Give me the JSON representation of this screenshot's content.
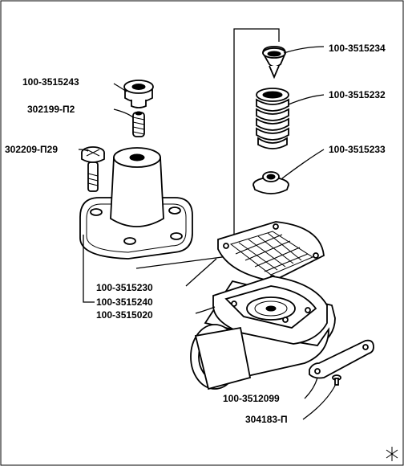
{
  "labels": {
    "cap_top": "100-3515234",
    "spring": "100-3515232",
    "valve_seat": "100-3515233",
    "plug": "100-3515243",
    "screw_set": "302199-П2",
    "bolt": "302209-П29",
    "gasket": "100-3515230",
    "cover": "100-3515240",
    "body": "100-3515020",
    "strap": "100-3512099",
    "rivet": "304183-П"
  }
}
